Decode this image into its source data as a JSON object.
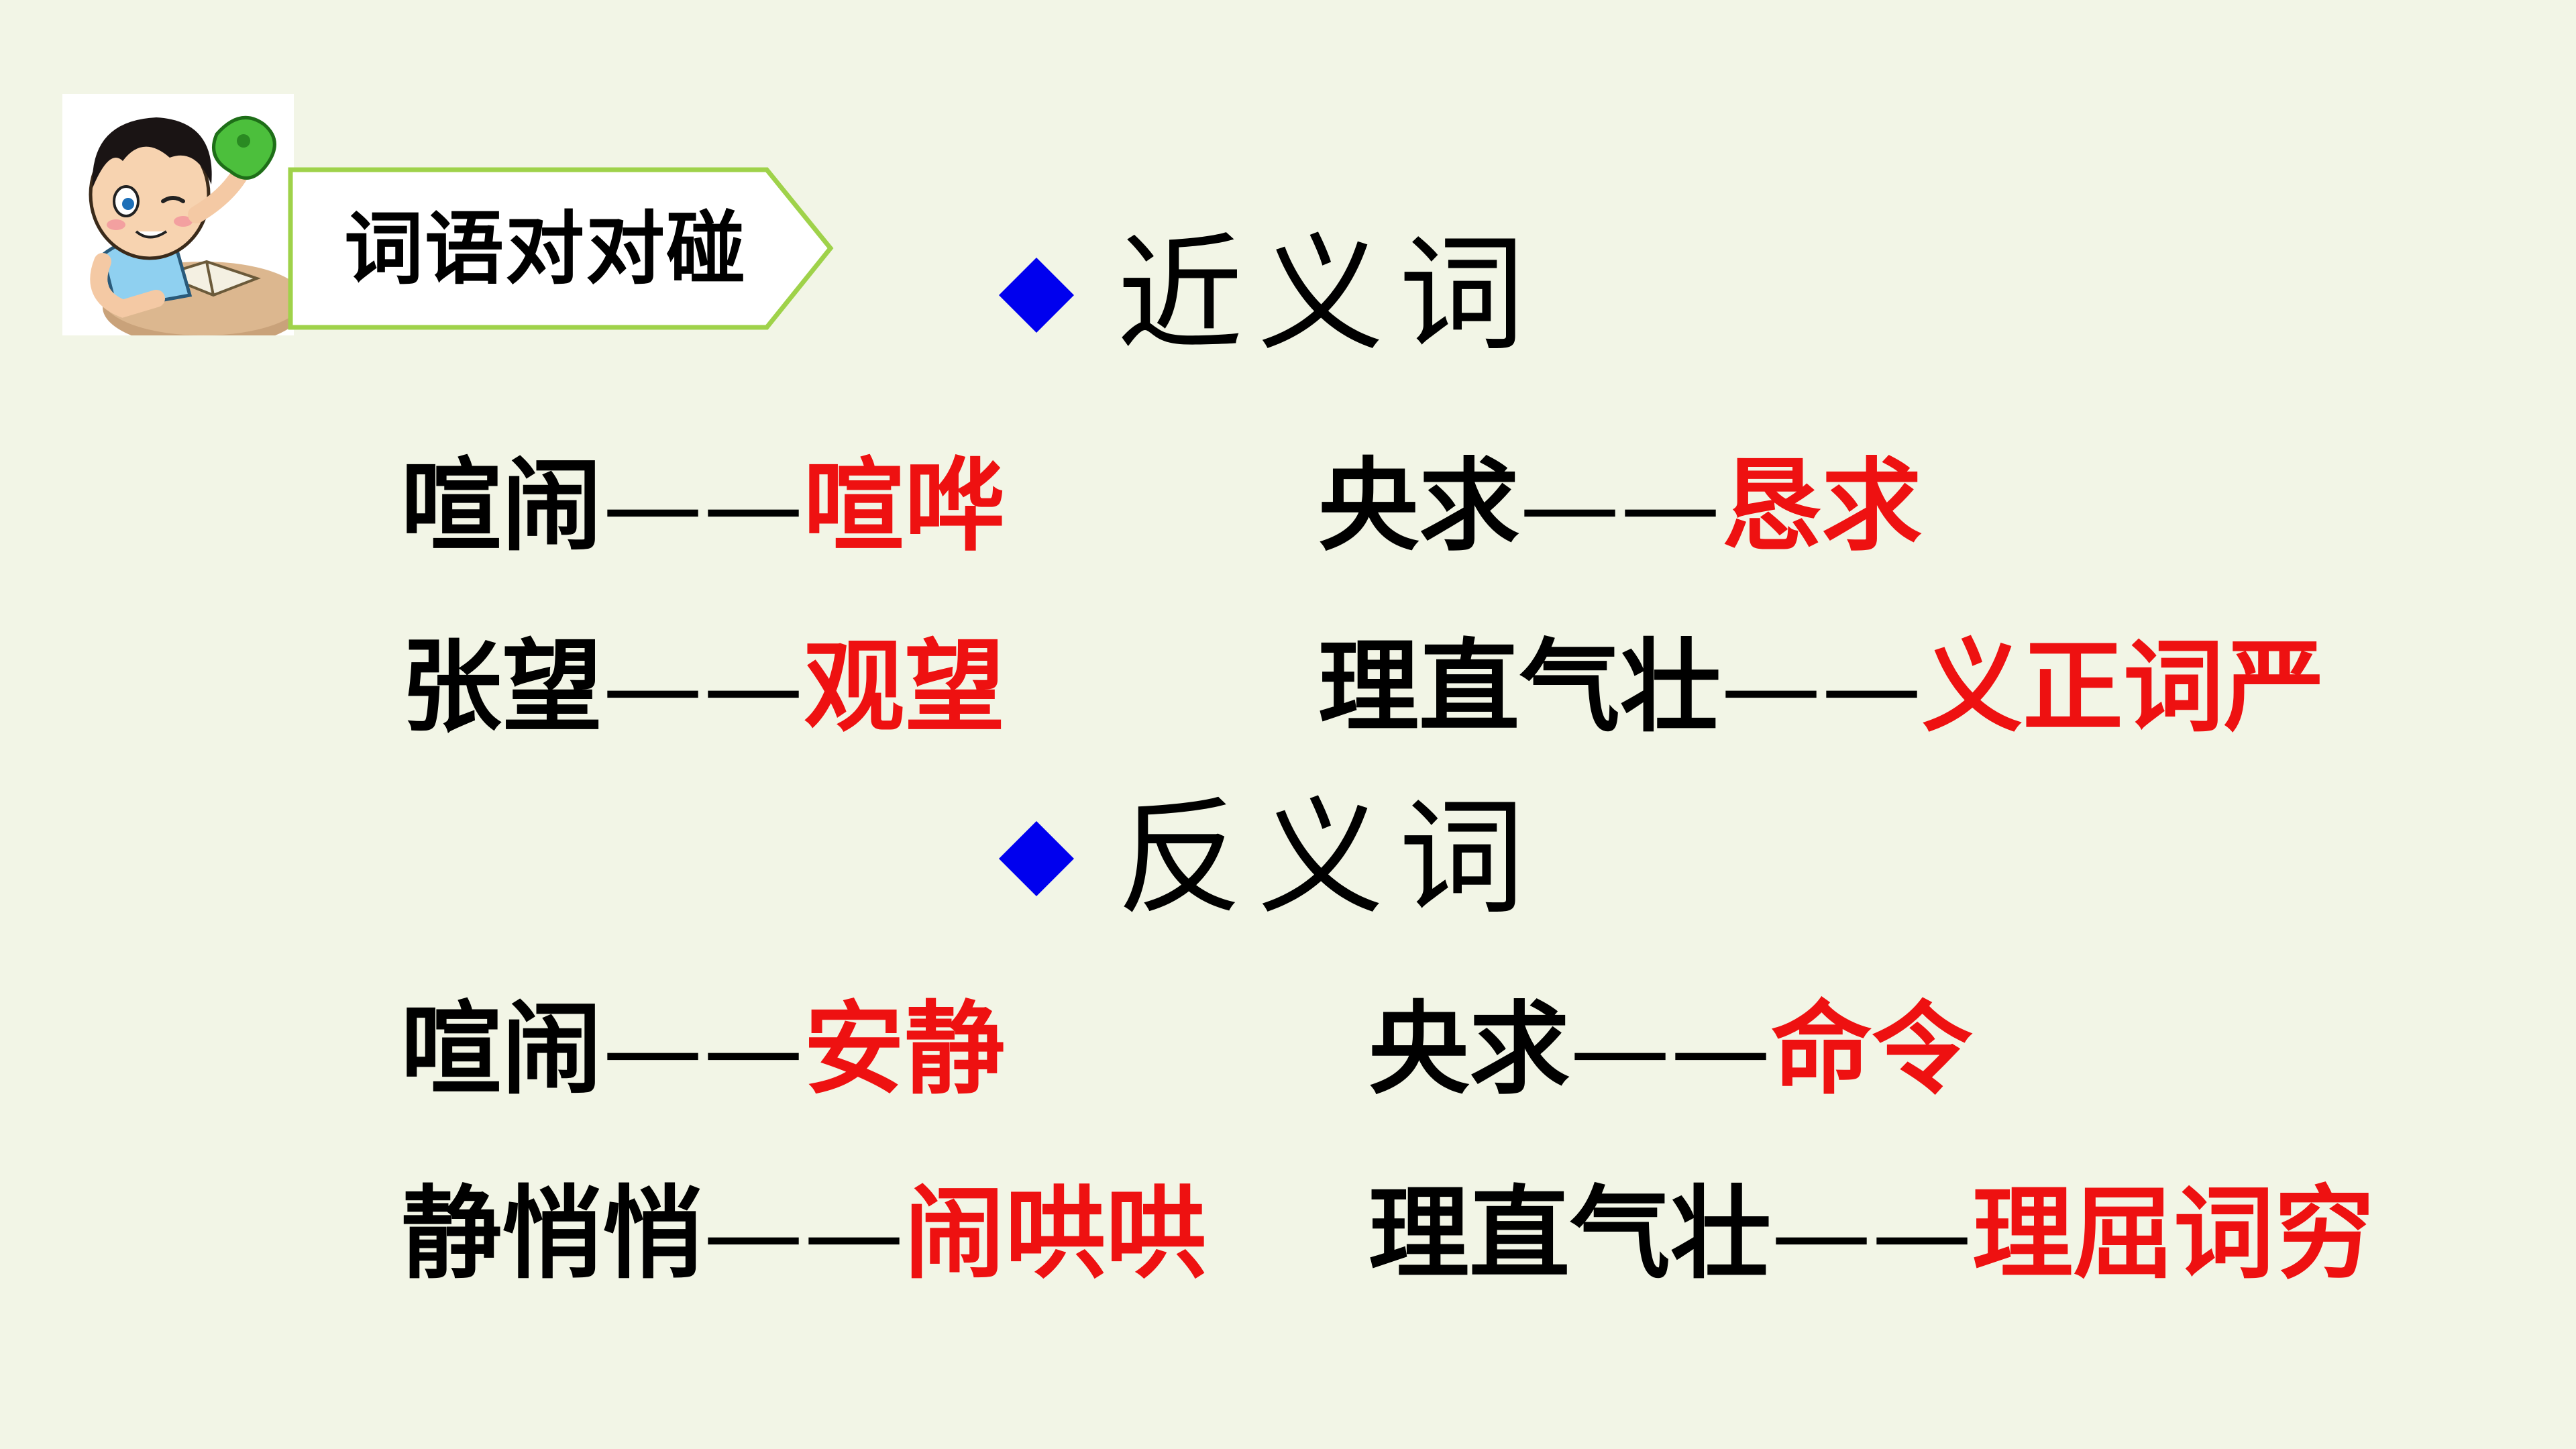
{
  "header": {
    "badge_label": "词语对对碰"
  },
  "colors": {
    "background": "#f2f5e6",
    "diamond": "#0000ee",
    "answer": "#ee1111",
    "badge_border": "#9fd24a"
  },
  "synonyms": {
    "title": "近义词",
    "pairs": [
      {
        "word": "喧闹",
        "dash": "——",
        "answer": "喧哗"
      },
      {
        "word": "央求",
        "dash": "——",
        "answer": "恳求"
      },
      {
        "word": "张望",
        "dash": "——",
        "answer": "观望"
      },
      {
        "word": "理直气壮",
        "dash": "——",
        "answer": "义正词严"
      }
    ]
  },
  "antonyms": {
    "title": "反义词",
    "pairs": [
      {
        "word": "喧闹",
        "dash": "——",
        "answer": "安静"
      },
      {
        "word": "央求",
        "dash": "——",
        "answer": "命令"
      },
      {
        "word": "静悄悄",
        "dash": "——",
        "answer": "闹哄哄"
      },
      {
        "word": "理直气壮",
        "dash": "——",
        "answer": "理屈词穷"
      }
    ]
  }
}
